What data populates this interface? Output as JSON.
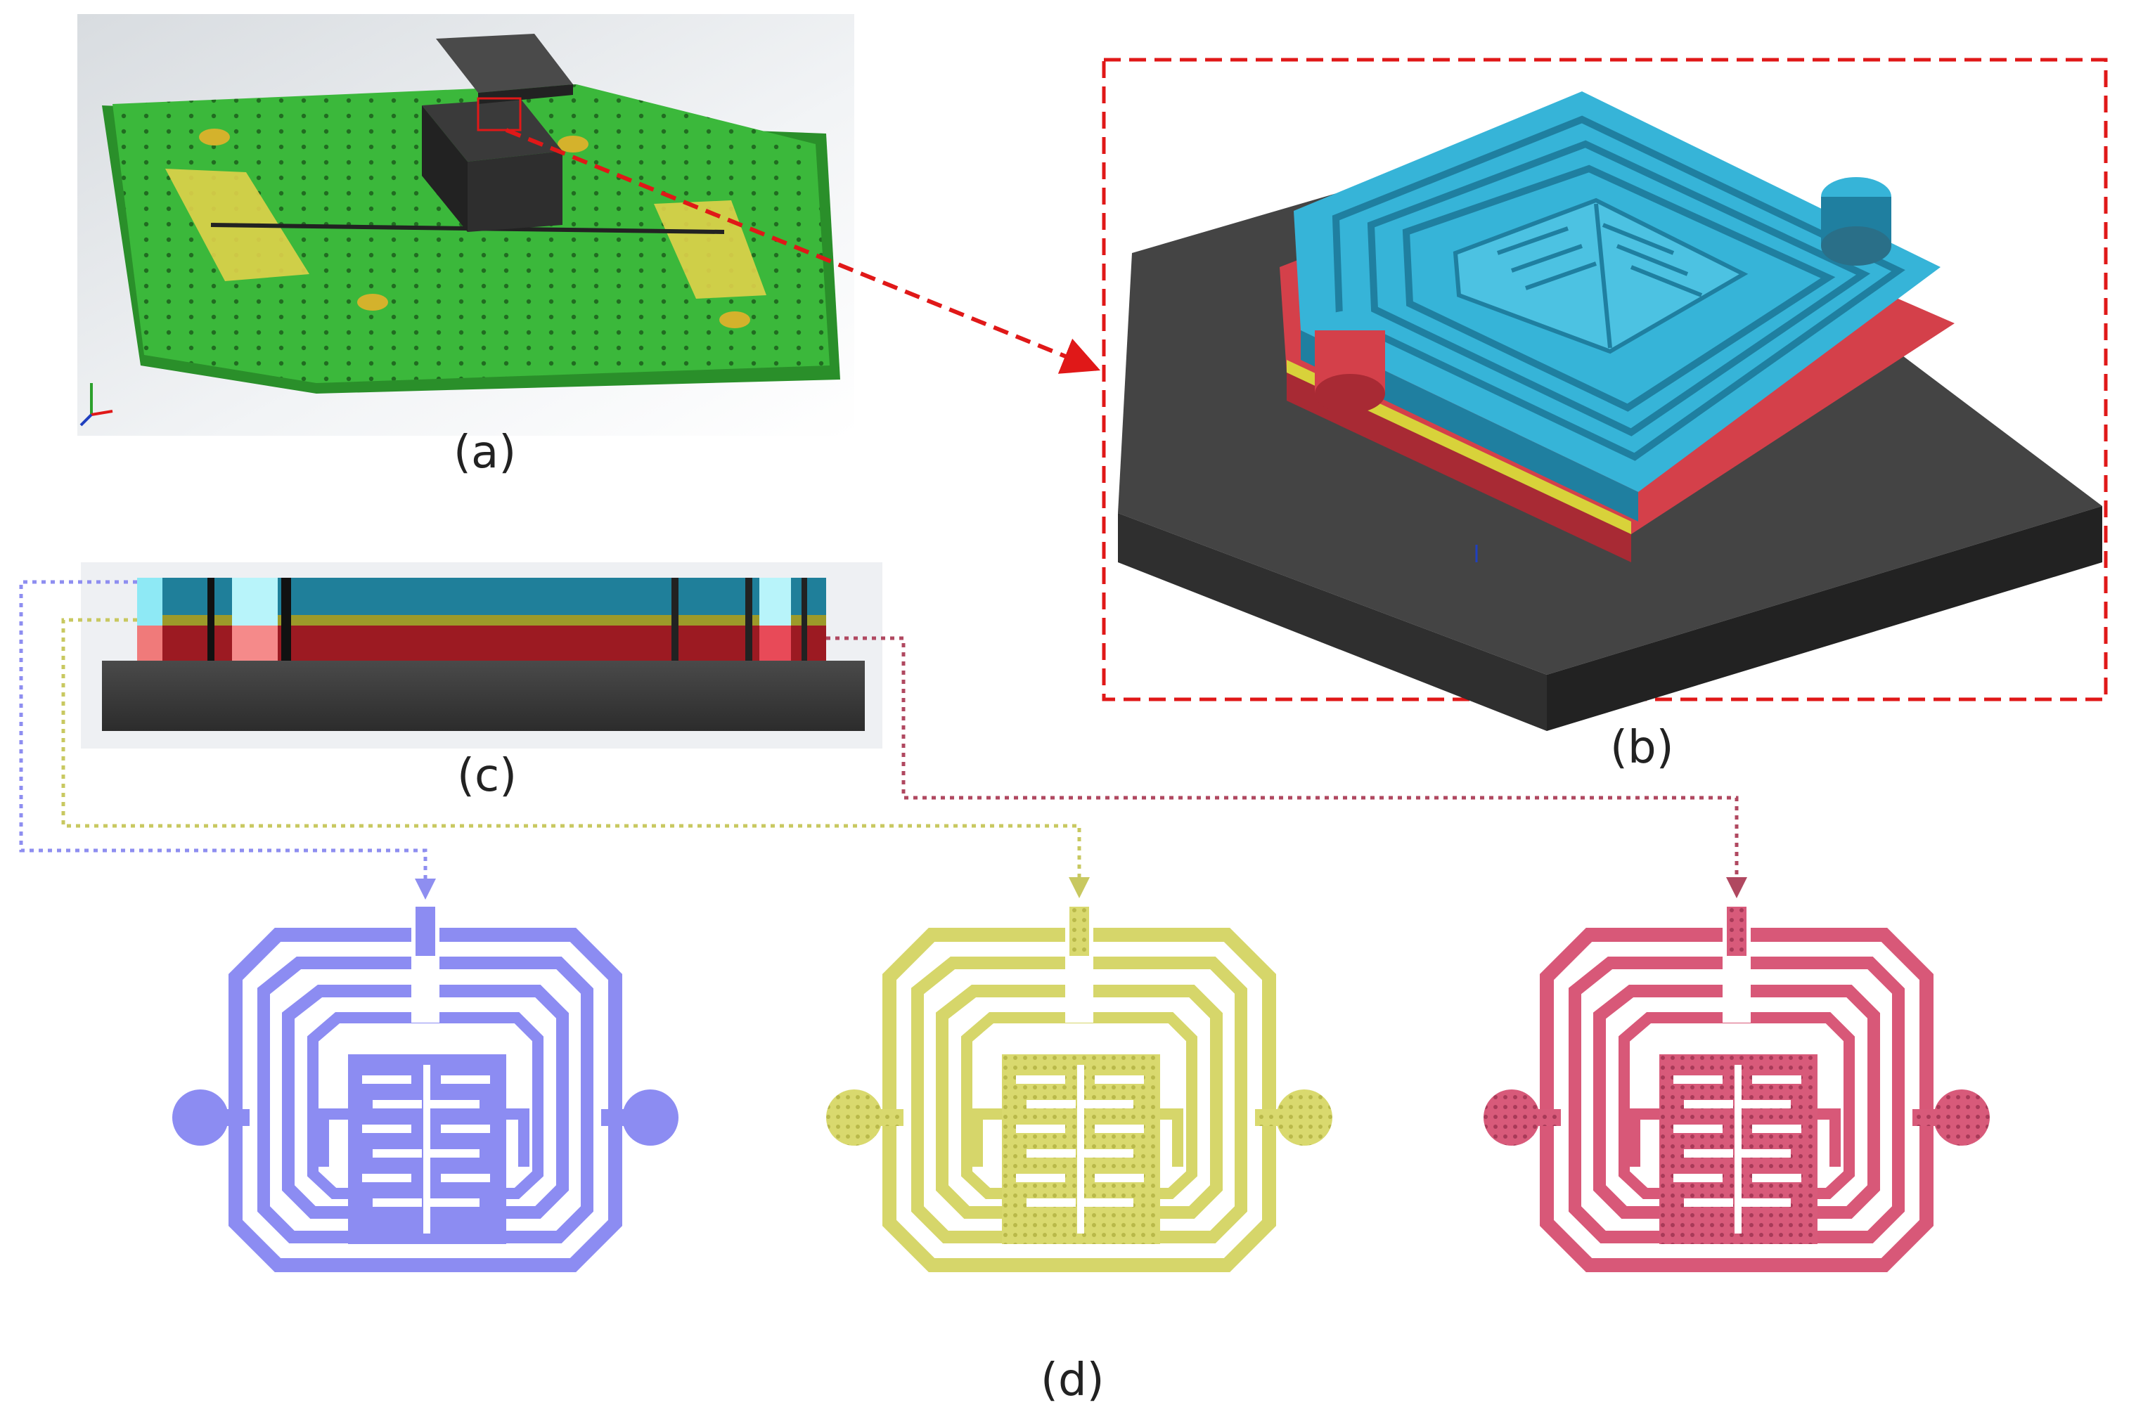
{
  "panels": {
    "a": {
      "label": "(a)"
    },
    "b": {
      "label": "(b)"
    },
    "c": {
      "label": "(c)"
    },
    "d": {
      "label": "(d)"
    }
  },
  "colors": {
    "board": "#3bb83b",
    "board_dark": "#2a8f2a",
    "pad": "#e0d24a",
    "chip": "#2f2f2f",
    "device_blue": "#36b4d8",
    "device_blue_dark": "#1f7fa0",
    "device_red": "#d4404a",
    "device_yellow": "#d8d23a",
    "substrate": "#3e3e3e",
    "callout_red": "#e01818",
    "mask_blue": "#8c8cf2",
    "mask_yellow": "#d6d66a",
    "mask_red": "#d85878",
    "lead_blue": "#8e8ef0",
    "lead_yellow": "#c8c860",
    "lead_red": "#b04860"
  },
  "icons": [
    "axis-triad-icon",
    "callout-arrow-icon"
  ]
}
